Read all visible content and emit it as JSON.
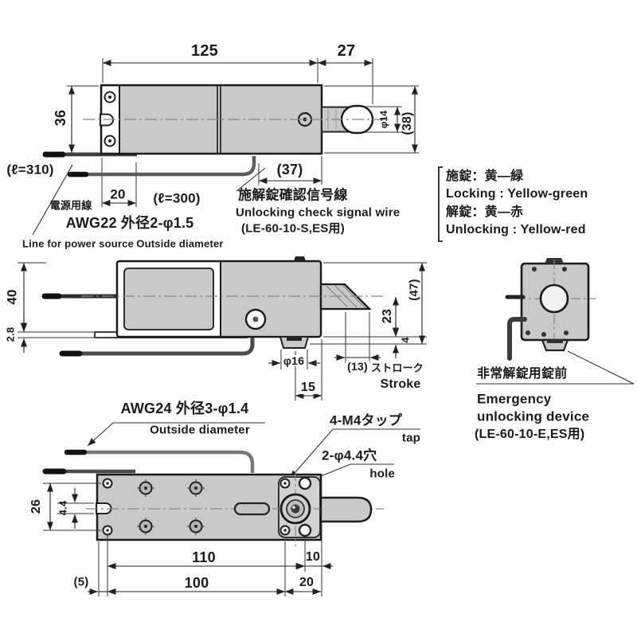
{
  "colors": {
    "body_fill": "#c9c9c9",
    "line": "#1a1a1a"
  },
  "top_view": {
    "dim_125": "125",
    "dim_27": "27",
    "dim_36": "36",
    "dim_38": "(38)",
    "dim_phi14": "φ14",
    "dim_37": "(37)",
    "dim_20": "20",
    "len_300": "(ℓ=300)",
    "len_310": "(ℓ=310)",
    "power_line_jp": "電源用線",
    "power_line_spec": "AWG22 外径2-φ1.5",
    "power_line_en": "Line for power source",
    "power_line_en2": "Outside diameter",
    "signal_jp": "施解錠確認信号線",
    "signal_en": "Unlocking check signal wire",
    "signal_model": "(LE-60-10-S,ES用)"
  },
  "legend": {
    "lock_jp": "施錠：黄—緑",
    "lock_en": "Locking : Yellow-green",
    "unlock_jp": "解錠：黄—赤",
    "unlock_en": "Unlocking : Yellow-red"
  },
  "middle_view": {
    "dim_40": "40",
    "dim_2_8": "2.8",
    "dim_23": "23",
    "dim_4": "4",
    "dim_47": "(47)",
    "dim_phi16": "φ16",
    "dim_15": "15",
    "dim_13": "(13)",
    "stroke_jp": "ストローク",
    "stroke_en": "Stroke",
    "wire_spec": "AWG24 外径3-φ1.4",
    "wire_en": "Outside diameter"
  },
  "emergency": {
    "jp": "非常解錠用錠前",
    "en1": "Emergency",
    "en2": "unlocking device",
    "model": "(LE-60-10-E,ES用)"
  },
  "bottom_view": {
    "tap_spec": "4-M4タップ",
    "tap_en": "tap",
    "hole_spec": "2-φ4.4穴",
    "hole_en": "hole",
    "dim_26": "26",
    "dim_4_4": "4.4",
    "dim_110": "110",
    "dim_10": "10",
    "dim_100": "100",
    "dim_20": "20",
    "dim_5": "(5)"
  }
}
